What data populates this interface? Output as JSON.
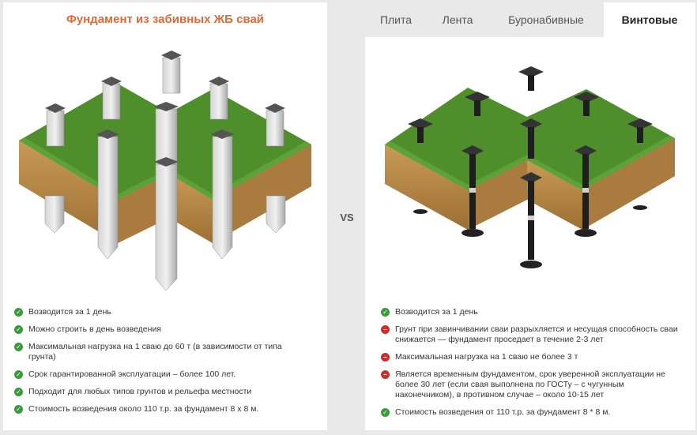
{
  "left": {
    "title": "Фундамент из забивных ЖБ свай",
    "features": [
      {
        "type": "ok",
        "text": "Возводится за 1 день"
      },
      {
        "type": "ok",
        "text": "Можно строить в день возведения"
      },
      {
        "type": "ok",
        "text": "Максимальная нагрузка на 1 сваю до 60 т (в зависимости от типа грунта)"
      },
      {
        "type": "ok",
        "text": "Срок гарантированной эксплуатации – более 100 лет."
      },
      {
        "type": "ok",
        "text": "Подходит для любых типов грунтов и рельефа местности"
      },
      {
        "type": "ok",
        "text": "Стоимость возведения около 110 т.р. за фундамент 8 х 8 м."
      }
    ]
  },
  "vs_label": "VS",
  "tabs": [
    {
      "label": "Плита",
      "active": false
    },
    {
      "label": "Лента",
      "active": false
    },
    {
      "label": "Буронабивные",
      "active": false
    },
    {
      "label": "Винтовые",
      "active": true
    }
  ],
  "right": {
    "features": [
      {
        "type": "ok",
        "text": "Возводится за 1 день"
      },
      {
        "type": "bad",
        "text": "Грунт при завинчивании сваи разрыхляется и несущая способность сваи снижается — фундамент проседает в течение 2-3 лет"
      },
      {
        "type": "bad",
        "text": "Максимальная нагрузка на 1 сваю не более 3 т"
      },
      {
        "type": "bad",
        "text": "Является временным фундаментом, срок уверенной эксплуатации не более 30 лет (если свая выполнена по ГОСТу – с чугунным наконечником), в противном случае – около 10-15 лет"
      },
      {
        "type": "ok",
        "text": "Стоимость возведения от 110 т.р. за фундамент 8 * 8 м."
      }
    ]
  },
  "icons": {
    "ok": "check-circle-icon",
    "bad": "minus-circle-icon"
  },
  "colors": {
    "title": "#dd6a37",
    "ok": "#3a9a3d",
    "bad": "#c9302c",
    "grass": "#4e8f2c",
    "soil": "#b8894a"
  }
}
